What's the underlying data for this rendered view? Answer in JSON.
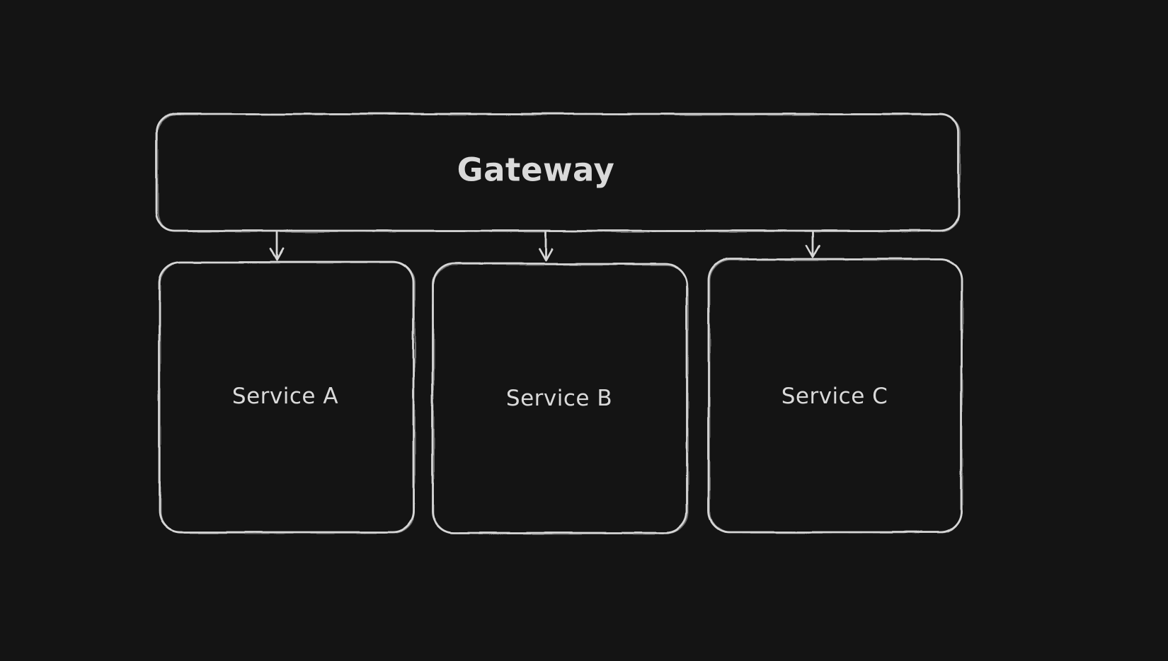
{
  "colors": {
    "background": "#141414",
    "stroke": "#d6d6d6",
    "text": "#dadada"
  },
  "diagram": {
    "type": "flowchart",
    "style": "hand-drawn-dark",
    "nodes": [
      {
        "id": "gateway",
        "label": "Gateway"
      },
      {
        "id": "service-a",
        "label": "Service A"
      },
      {
        "id": "service-b",
        "label": "Service B"
      },
      {
        "id": "service-c",
        "label": "Service C"
      }
    ],
    "edges": [
      {
        "from": "gateway",
        "to": "service-a",
        "arrow": "down"
      },
      {
        "from": "gateway",
        "to": "service-b",
        "arrow": "down"
      },
      {
        "from": "gateway",
        "to": "service-c",
        "arrow": "down"
      }
    ]
  }
}
